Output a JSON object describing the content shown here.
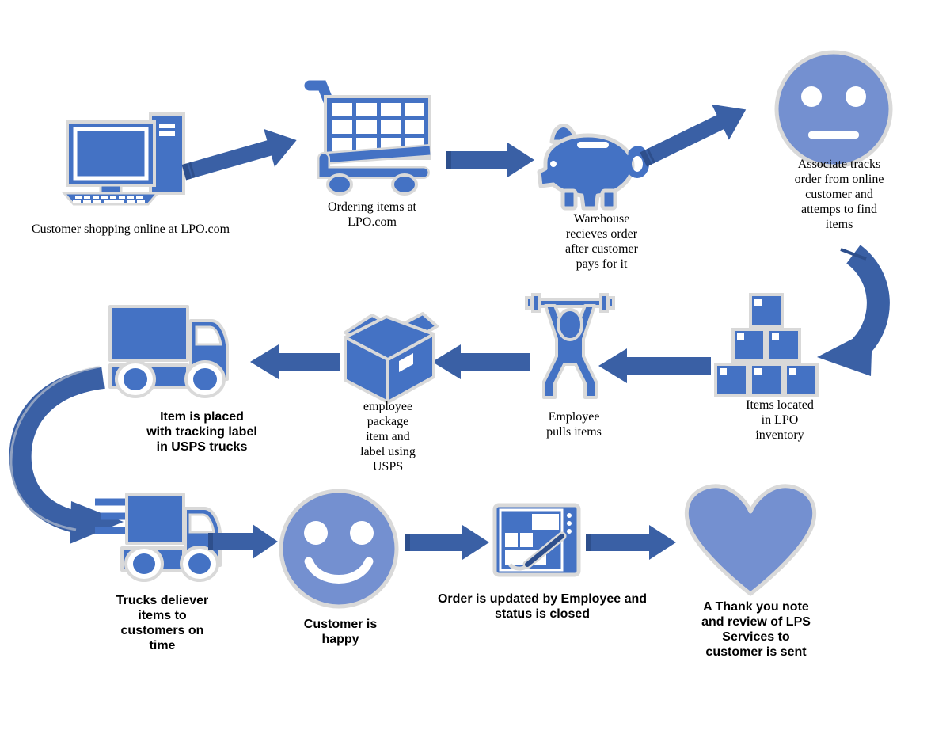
{
  "diagram": {
    "title": "LPO.com order fulfillment process flow",
    "background": "#FFFFFF",
    "colors": {
      "icon_blue": "#4472C4",
      "icon_light_blue": "#7490D0",
      "arrow_blue": "#3A60A5",
      "arrow_blue_dark": "#2E4F8C",
      "outline_gray": "#D9D9D9",
      "text_black": "#000000",
      "white": "#FFFFFF"
    }
  },
  "steps": [
    {
      "id": "step-1",
      "icon": "desktop-computer-icon",
      "caption": "Customer shopping online at LPO.com",
      "row": 1
    },
    {
      "id": "step-2",
      "icon": "shopping-cart-icon",
      "caption": "Ordering items at\nLPO.com",
      "row": 1
    },
    {
      "id": "step-3",
      "icon": "piggy-bank-icon",
      "caption": "Warehouse\nrecieves order\nafter customer\npays for it",
      "row": 1
    },
    {
      "id": "step-4",
      "icon": "neutral-face-icon",
      "caption": "Associate tracks\norder from online\ncustomer and\nattemps to find\nitems",
      "row": 1
    },
    {
      "id": "step-5",
      "icon": "stacked-boxes-icon",
      "caption": "Items located\nin LPO\ninventory",
      "row": 2
    },
    {
      "id": "step-6",
      "icon": "weightlifter-icon",
      "caption": "Employee\npulls items",
      "row": 2
    },
    {
      "id": "step-7",
      "icon": "package-box-icon",
      "caption": "employee\npackage\nitem and\nlabel using\nUSPS",
      "row": 2
    },
    {
      "id": "step-8",
      "icon": "delivery-truck-icon",
      "caption": "Item is placed\nwith tracking label\nin USPS trucks",
      "row": 2
    },
    {
      "id": "step-9",
      "icon": "moving-truck-icon",
      "caption": "Trucks deliever\nitems to\ncustomers on\ntime",
      "row": 3
    },
    {
      "id": "step-10",
      "icon": "smiley-face-icon",
      "caption": "Customer is\nhappy",
      "row": 3
    },
    {
      "id": "step-11",
      "icon": "tablet-stylus-icon",
      "caption": "Order is updated by Employee and\nstatus is closed",
      "row": 3
    },
    {
      "id": "step-12",
      "icon": "heart-icon",
      "caption": "A Thank you note\nand review of LPS\nServices to\ncustomer is sent",
      "row": 3
    }
  ],
  "connectors": [
    {
      "id": "arrow-1",
      "from": "step-1",
      "to": "step-2",
      "kind": "straight-up-right"
    },
    {
      "id": "arrow-2",
      "from": "step-2",
      "to": "step-3",
      "kind": "straight-right"
    },
    {
      "id": "arrow-3",
      "from": "step-3",
      "to": "step-4",
      "kind": "straight-up-right"
    },
    {
      "id": "arrow-4",
      "from": "step-4",
      "to": "step-5",
      "kind": "curved-down-left"
    },
    {
      "id": "arrow-5",
      "from": "step-5",
      "to": "step-6",
      "kind": "straight-left"
    },
    {
      "id": "arrow-6",
      "from": "step-6",
      "to": "step-7",
      "kind": "straight-left"
    },
    {
      "id": "arrow-7",
      "from": "step-7",
      "to": "step-8",
      "kind": "straight-left"
    },
    {
      "id": "arrow-8",
      "from": "step-8",
      "to": "step-9",
      "kind": "curved-down-right"
    },
    {
      "id": "arrow-9",
      "from": "step-9",
      "to": "step-10",
      "kind": "straight-right"
    },
    {
      "id": "arrow-10",
      "from": "step-10",
      "to": "step-11",
      "kind": "straight-right"
    },
    {
      "id": "arrow-11",
      "from": "step-11",
      "to": "step-12",
      "kind": "straight-right"
    }
  ]
}
